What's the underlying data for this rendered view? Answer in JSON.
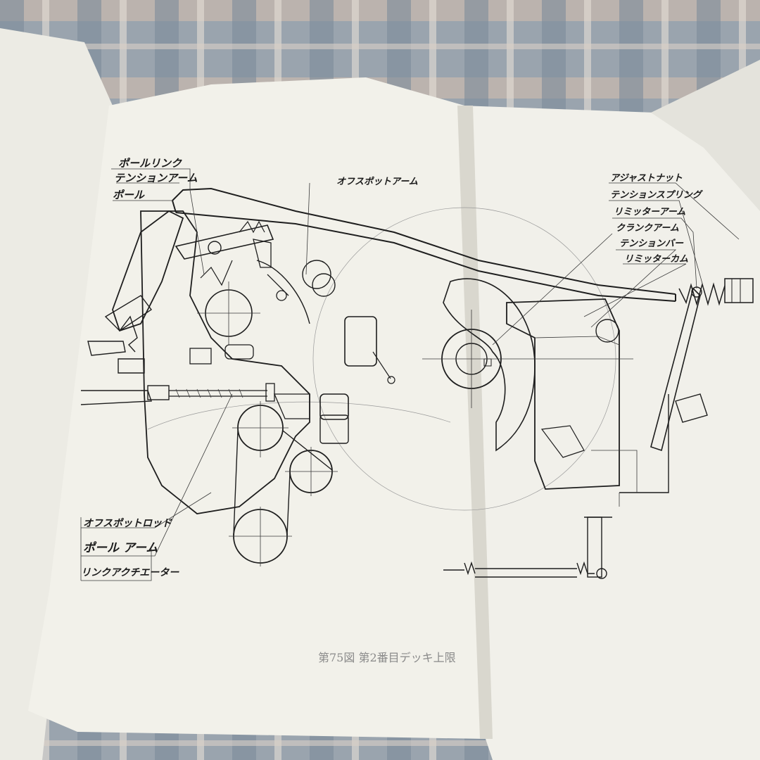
{
  "labels_left": [
    "ポールリンク",
    "テンションアーム",
    "ポール"
  ],
  "label_top": "オフスポットアーム",
  "labels_right": [
    "アジャストナット",
    "テンションスプリング",
    "リミッターアーム",
    "クランクアーム",
    "テンションバー",
    "リミッターカム"
  ],
  "labels_bottom_left": [
    "オフスポットロッド",
    "ポール アーム",
    "リンクアクチエーター"
  ],
  "caption": "第75図 第2番目デッキ上限"
}
